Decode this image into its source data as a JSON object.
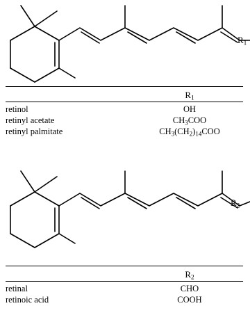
{
  "structure1": {
    "substituent_label": "R",
    "substituent_index": "1"
  },
  "table1": {
    "header": "R",
    "header_sub": "1",
    "rows": [
      {
        "name": "retinol",
        "group_parts": [
          "OH"
        ]
      },
      {
        "name": "retinyl acetate",
        "group_parts": [
          "CH",
          "3",
          "COO"
        ]
      },
      {
        "name": "retinyl palmitate",
        "group_parts": [
          "CH",
          "3",
          "(CH",
          "2",
          ")",
          "14",
          "COO"
        ]
      }
    ]
  },
  "structure2": {
    "substituent_label": "R",
    "substituent_index": "2"
  },
  "table2": {
    "header": "R",
    "header_sub": "2",
    "rows": [
      {
        "name": "retinal",
        "group_parts": [
          "CHO"
        ]
      },
      {
        "name": "retinoic acid",
        "group_parts": [
          "COOH"
        ]
      }
    ]
  }
}
